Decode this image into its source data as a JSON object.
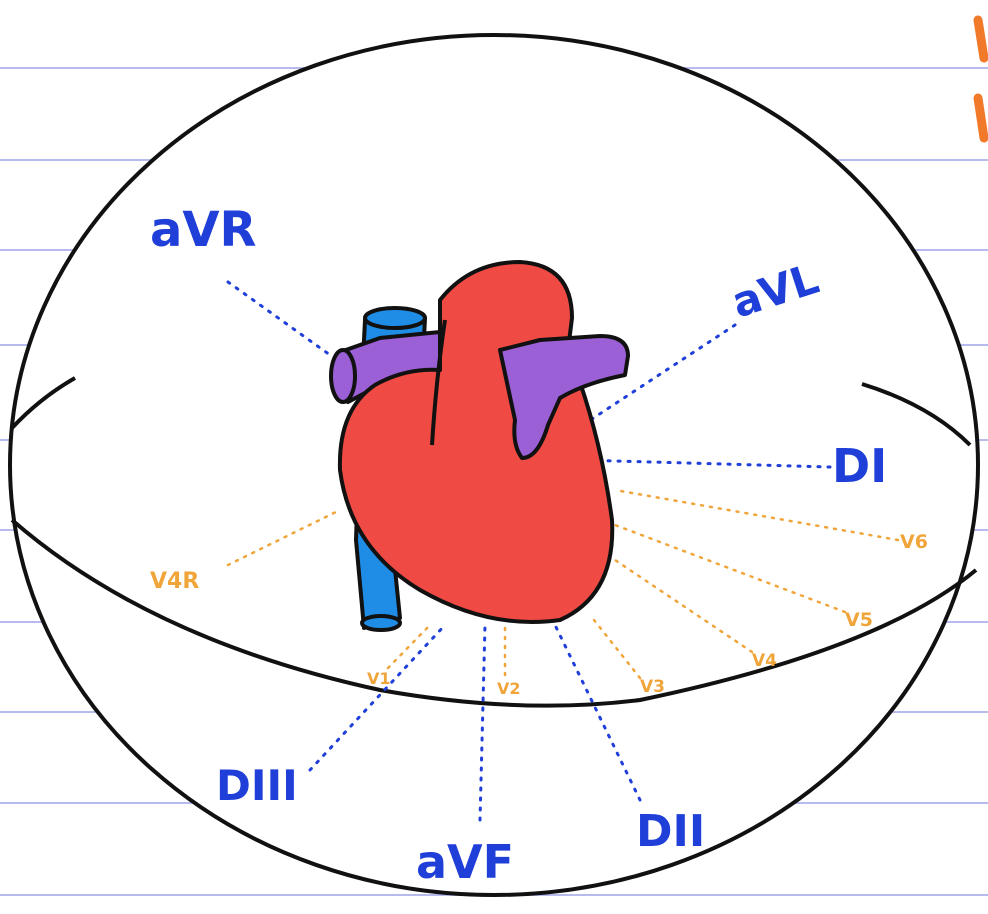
{
  "diagram": {
    "colors": {
      "paper": "#ffffff",
      "ruled_line": "#9fa3e8",
      "margin_mark": "#f07a2a",
      "outline": "#111111",
      "heart": "#ef4a43",
      "vena_cava": "#1f8de6",
      "pulmonary": "#9b5fd6",
      "limb_lead": "#1f3fd8",
      "precordial_lead": "#f0a53a"
    },
    "limb_leads": {
      "avr": "aVR",
      "avl": "aVL",
      "d1": "DI",
      "d2": "DII",
      "d3": "DIII",
      "avf": "aVF"
    },
    "precordial_leads": {
      "v1": "V1",
      "v2": "V2",
      "v3": "V3",
      "v4": "V4",
      "v5": "V5",
      "v6": "V6",
      "v4r": "V4R"
    }
  }
}
